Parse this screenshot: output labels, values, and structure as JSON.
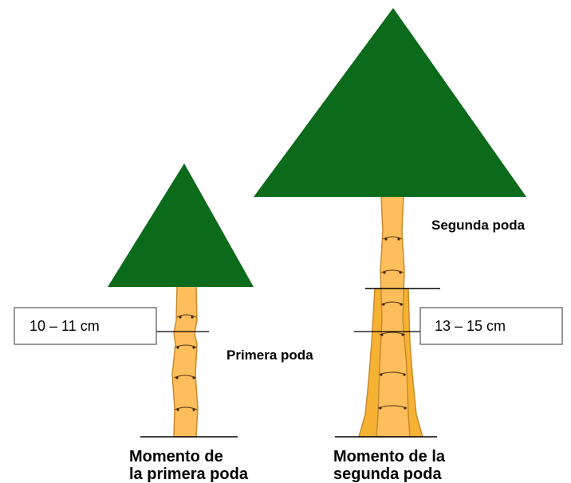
{
  "colors": {
    "canopy": "#0b6b1b",
    "trunk": "#ffbe5c",
    "trunk_outline": "#c98a2e",
    "trunk_older": "#f6b233",
    "line": "#000000"
  },
  "labels": {
    "segunda_poda": "Segunda poda",
    "primera_poda": "Primera poda"
  },
  "measurements": {
    "first": "10 – 11 cm",
    "second": "13 – 15 cm"
  },
  "captions": {
    "left_line1": "Momento de",
    "left_line2": "la primera poda",
    "right_line1": "Momento de la",
    "right_line2": "segunda poda"
  }
}
